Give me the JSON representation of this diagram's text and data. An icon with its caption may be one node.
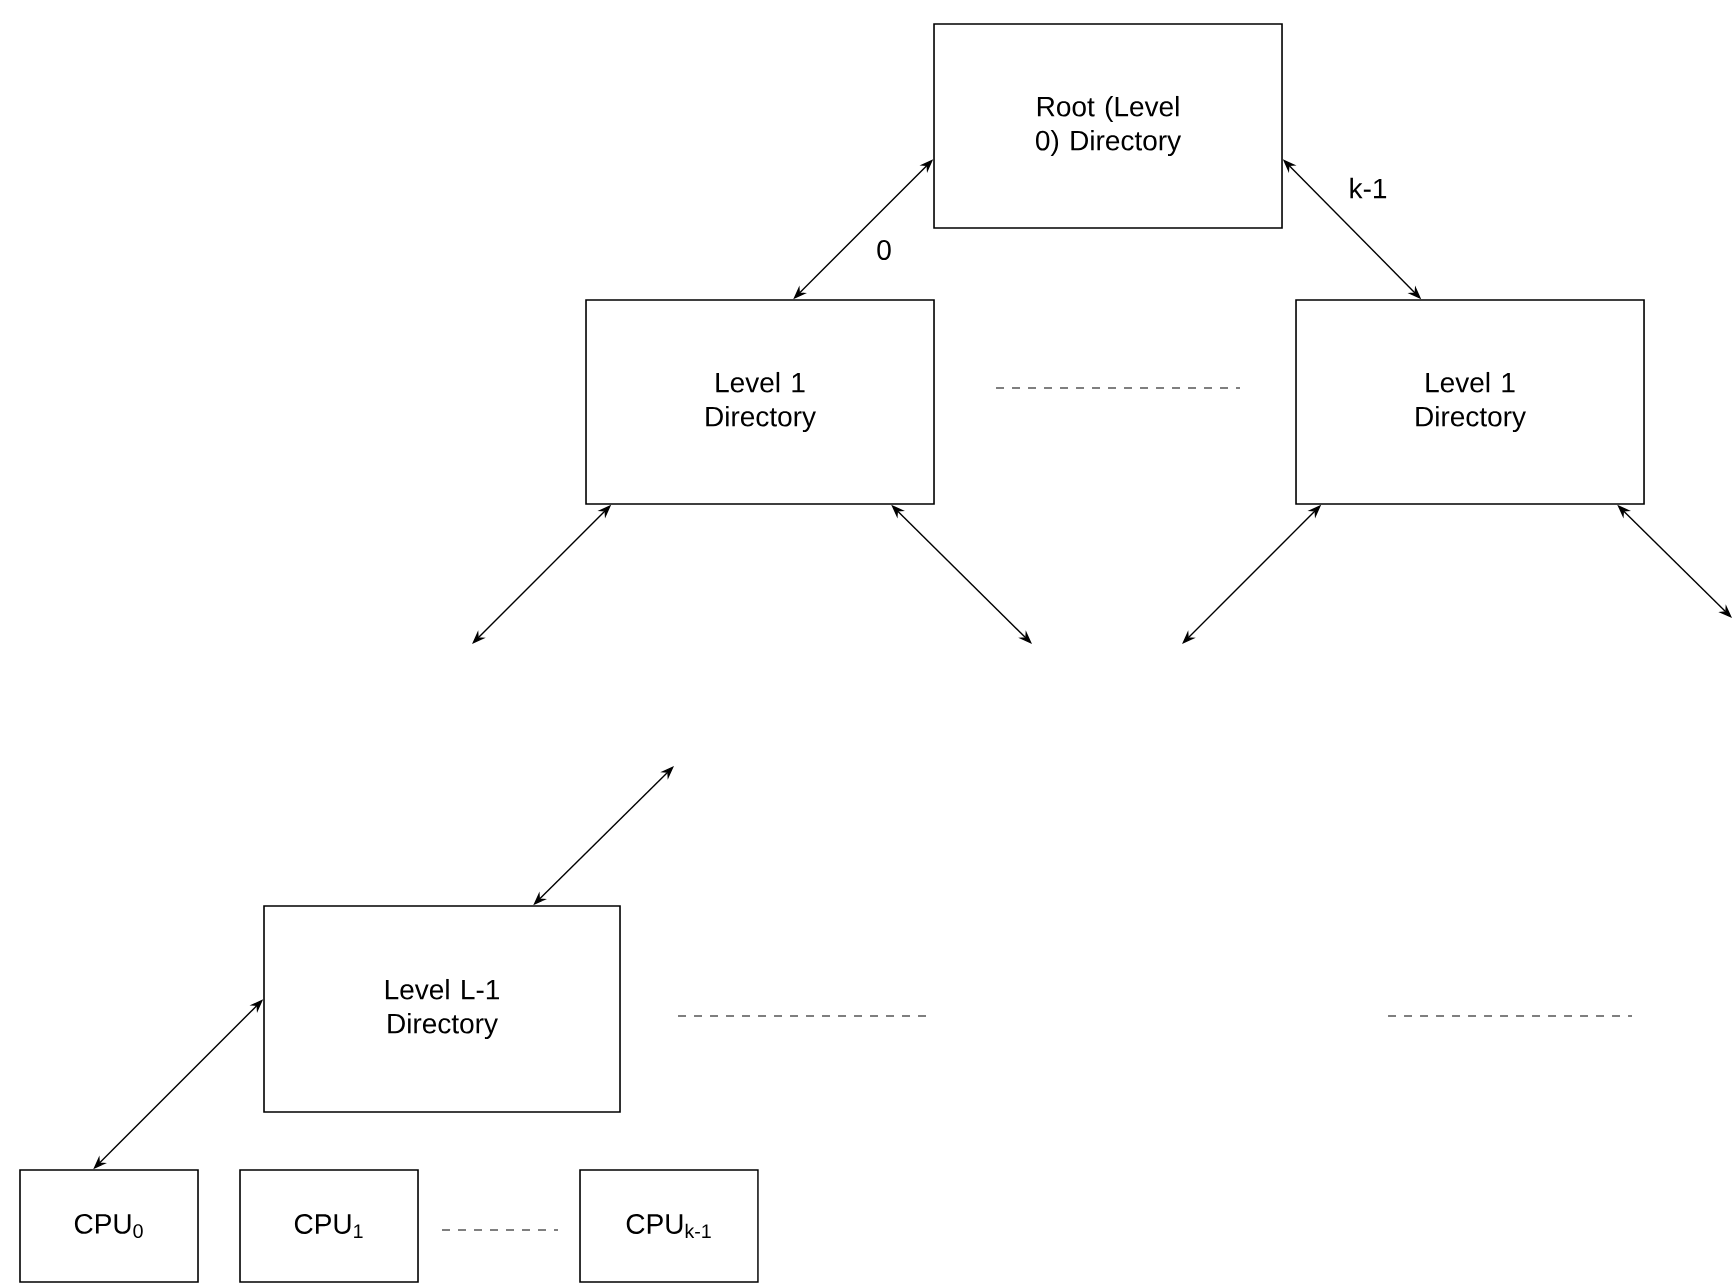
{
  "diagram": {
    "nodes": [
      {
        "text": [
          "Root (Level 0) Directory"
        ]
      },
      {
        "text": [
          "Level 1 Directory"
        ]
      },
      {
        "text": [
          "Level 1 Directory"
        ]
      },
      {
        "text": [
          "Level L-1 Directory"
        ]
      },
      {
        "text": [
          "CPU$_{0}$"
        ]
      },
      {
        "text": [
          "CPU$_{1}$"
        ]
      },
      {
        "text": [
          "CPU$_{k-1}$"
        ]
      }
    ],
    "edges": [
      {
        "from": 0,
        "to": 1,
        "arrow": "both",
        "label": "0"
      },
      {
        "from": 0,
        "to": 2,
        "arrow": "both",
        "label": "k-1"
      },
      {
        "from": 1,
        "to": null,
        "arrow": "both"
      },
      {
        "from": 1,
        "to": null,
        "arrow": "both"
      },
      {
        "from": 2,
        "to": null,
        "arrow": "both"
      },
      {
        "from": 2,
        "to": null,
        "arrow": "both"
      },
      {
        "from": null,
        "to": 3,
        "arrow": "both"
      },
      {
        "from": 3,
        "to": 4,
        "arrow": "both"
      }
    ]
  }
}
